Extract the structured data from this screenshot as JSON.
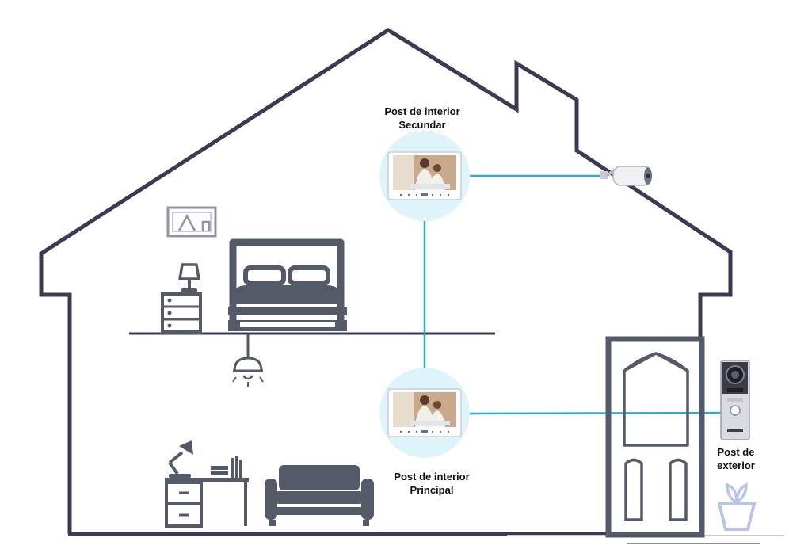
{
  "labels": {
    "secondary_monitor": {
      "line1": "Post de interior",
      "line2": "Secundar"
    },
    "main_monitor": {
      "line1": "Post de interior",
      "line2": "Principal"
    },
    "outdoor_station": {
      "line1": "Post de",
      "line2": "exterior"
    }
  },
  "colors": {
    "outline": "#3d3950",
    "furniture": "#555a68",
    "wire": "#2ea9c9",
    "monitor_halo": "#dff4fa",
    "plant": "#b9c5e3"
  },
  "icons": [
    "house-outline",
    "picture-frame-icon",
    "table-lamp-icon",
    "nightstand-icon",
    "bed-icon",
    "ceiling-lamp-icon",
    "desk-lamp-icon",
    "desk-icon",
    "books-icon",
    "sofa-icon",
    "cctv-camera-icon",
    "door-icon",
    "doorbell-panel-icon",
    "plant-pot-icon",
    "monitor-icon"
  ]
}
